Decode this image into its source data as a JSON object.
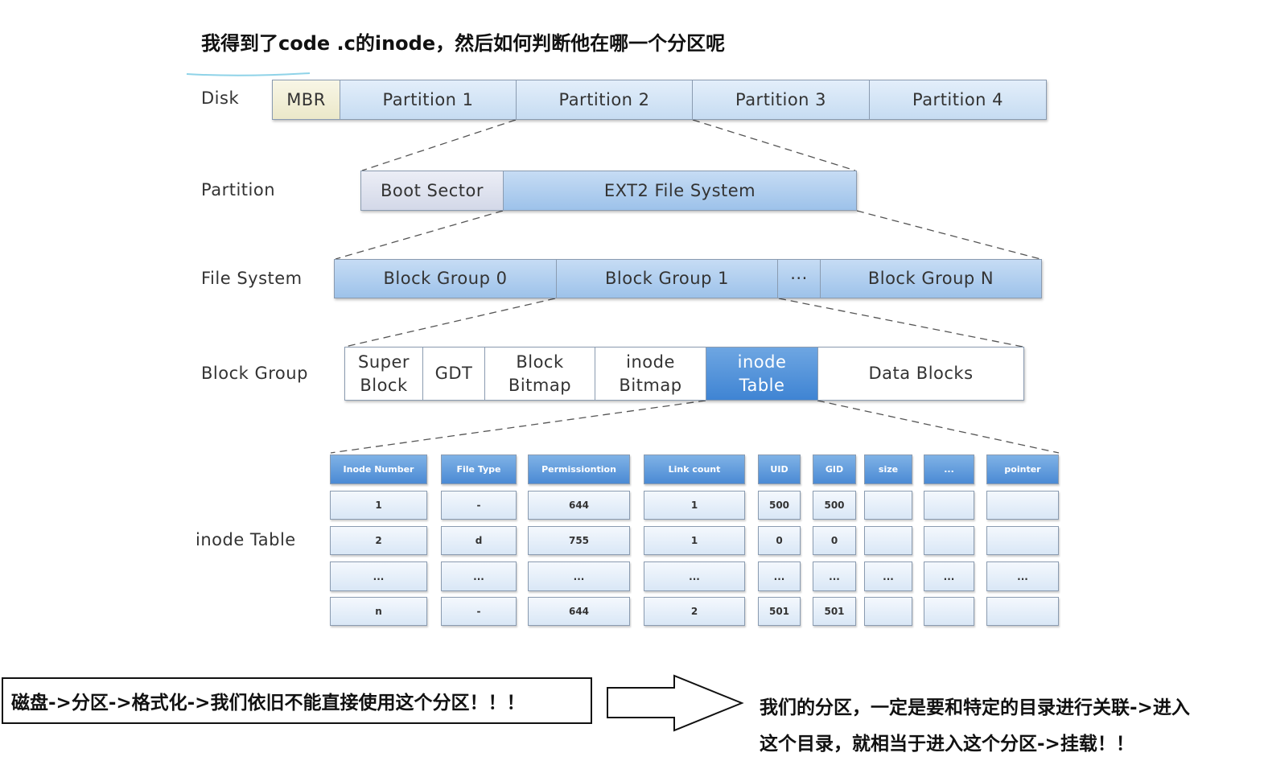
{
  "heading": "我得到了code .c的inode，然后如何判断他在哪一个分区呢",
  "disk": {
    "label": "Disk",
    "cells": [
      "MBR",
      "Partition 1",
      "Partition 2",
      "Partition 3",
      "Partition 4"
    ]
  },
  "partition": {
    "label": "Partition",
    "cells": [
      "Boot Sector",
      "EXT2 File System"
    ]
  },
  "filesystem": {
    "label": "File System",
    "cells": [
      "Block Group 0",
      "Block Group 1",
      "···",
      "Block Group N"
    ]
  },
  "blockgroup": {
    "label": "Block Group",
    "cells": [
      {
        "l1": "Super",
        "l2": "Block"
      },
      {
        "l1": "GDT",
        "l2": ""
      },
      {
        "l1": "Block",
        "l2": "Bitmap"
      },
      {
        "l1": "inode",
        "l2": "Bitmap"
      },
      {
        "l1": "inode",
        "l2": "Table"
      },
      {
        "l1": "Data Blocks",
        "l2": ""
      }
    ]
  },
  "inode_table": {
    "label": "inode Table",
    "headers": [
      "Inode Number",
      "File Type",
      "Permissiontion",
      "Link count",
      "UID",
      "GID",
      "size",
      "...",
      "pointer"
    ],
    "rows": [
      [
        "1",
        "-",
        "644",
        "1",
        "500",
        "500",
        "",
        "",
        ""
      ],
      [
        "2",
        "d",
        "755",
        "1",
        "0",
        "0",
        "",
        "",
        ""
      ],
      [
        "...",
        "...",
        "...",
        "...",
        "...",
        "...",
        "...",
        "...",
        "..."
      ],
      [
        "n",
        "-",
        "644",
        "2",
        "501",
        "501",
        "",
        "",
        ""
      ]
    ]
  },
  "note_left": "磁盘->分区->格式化->我们依旧不能直接使用这个分区！！！",
  "note_right_1": "我们的分区，一定是要和特定的目录进行关联->进入",
  "note_right_2": "这个目录，就相当于进入这个分区->挂载！！"
}
